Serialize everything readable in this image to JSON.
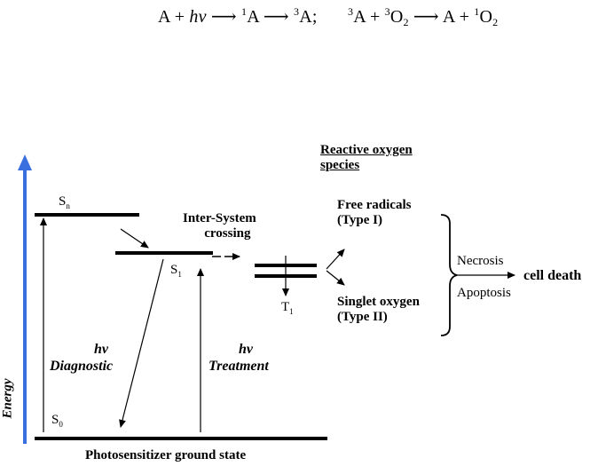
{
  "equation": {
    "part1_a": "A + ",
    "part1_hv": "hν",
    "part1_arrow": " ⟶ ",
    "part1_sup1": "1",
    "part1_a2": "A ⟶ ",
    "part1_sup3": "3",
    "part1_end": "A;",
    "part2_sup3": "3",
    "part2_a": "A + ",
    "part2_sup3b": "3",
    "part2_o": "O",
    "part2_sub2": "2",
    "part2_arrow": " ⟶ A + ",
    "part2_sup1": "1",
    "part2_o2": "O",
    "part2_sub2b": "2"
  },
  "diagram": {
    "ros_title_1": "Reactive oxygen",
    "ros_title_2": "species",
    "sn": "S",
    "sn_sub": "n",
    "s1": "S",
    "s1_sub": "1",
    "s0": "S",
    "s0_sub": "0",
    "t1": "T",
    "t1_sub": "1",
    "isc_1": "Inter-System",
    "isc_2": "crossing",
    "free_radicals_1": "Free radicals",
    "free_radicals_2": "(Type I)",
    "singlet_1": "Singlet oxygen",
    "singlet_2": "(Type II)",
    "necrosis": "Necrosis",
    "apoptosis": "Apoptosis",
    "cell_death": "cell death",
    "hv_diag": "hν",
    "diagnostic": "Diagnostic",
    "hv_treat": "hν",
    "treatment": "Treatment",
    "energy": "Energy",
    "ground_state": "Photosensitizer ground state"
  },
  "colors": {
    "energy_axis": "#3a6fe0",
    "lines": "#000000"
  }
}
